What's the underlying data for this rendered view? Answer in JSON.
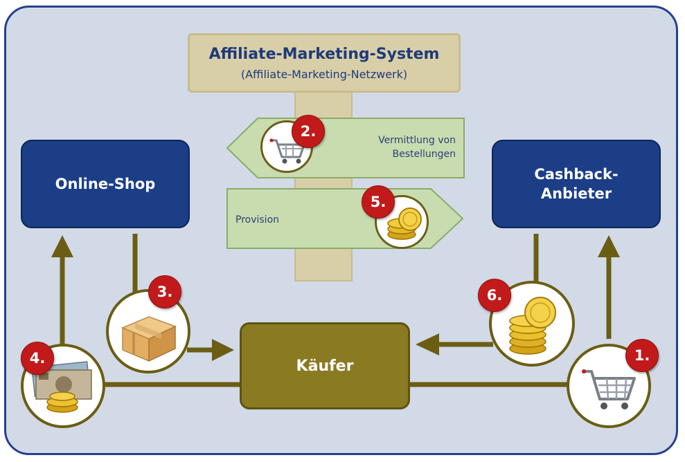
{
  "network": {
    "title": "Affiliate-Marketing-System",
    "subtitle": "(Affiliate-Marketing-Netzwerk)"
  },
  "signs": {
    "upper": "Vermittlung von Bestellungen",
    "lower": "Provision"
  },
  "boxes": {
    "shop": "Online-Shop",
    "cashback": "Cashback-Anbieter",
    "buyer": "Käufer"
  },
  "steps": [
    "1.",
    "2.",
    "3.",
    "4.",
    "5.",
    "6."
  ],
  "icons": {
    "step1": "shopping-cart-icon",
    "step2": "shopping-cart-icon",
    "step3": "package-icon",
    "step4": "money-icon",
    "step5": "coins-icon",
    "step6": "coins-icon"
  },
  "colors": {
    "frame": "#24418c",
    "background": "#d2dae8",
    "navy": "#1b3e87",
    "olive": "#6b5d14",
    "buyer": "#8a7a22",
    "sign_green": "#c9dcb0",
    "post": "#d8cfa9",
    "badge_red": "#c21a1a"
  }
}
